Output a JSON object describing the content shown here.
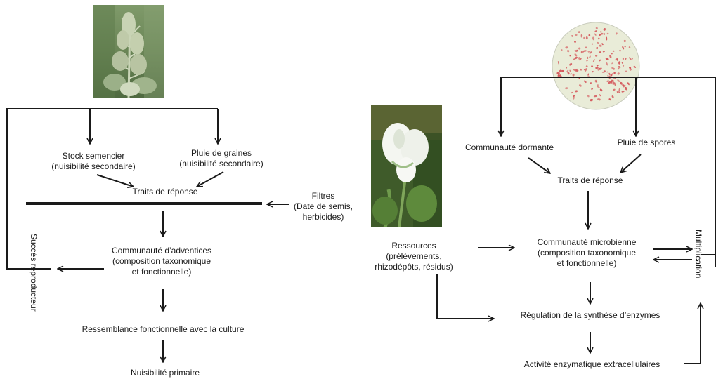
{
  "left": {
    "stock_semencier": {
      "line1": "Stock semencier",
      "line2": "(nuisibilité secondaire)"
    },
    "pluie_graines": {
      "line1": "Pluie de graines",
      "line2": "(nuisibilité secondaire)"
    },
    "traits_reponse": "Traits de réponse",
    "succes_reproducteur": "Succès reproducteur",
    "communaute_adventices": {
      "line1": "Communauté d’adventices",
      "line2": "(composition taxonomique",
      "line3": "et fonctionnelle)"
    },
    "ressemblance": "Ressemblance fonctionnelle avec la culture",
    "nuisibilite_primaire": "Nuisibilité primaire"
  },
  "center": {
    "filtres": {
      "line1": "Filtres",
      "line2": "(Date de semis,",
      "line3": "herbicides)"
    },
    "ressources": {
      "line1": "Ressources",
      "line2": "(prélèvements,",
      "line3": "rhizodépôts, résidus)"
    }
  },
  "right": {
    "communaute_dormante": "Communauté dormante",
    "pluie_spores": "Pluie de spores",
    "traits_reponse": "Traits de réponse",
    "communaute_microbienne": {
      "line1": "Communauté microbienne",
      "line2": "(composition taxonomique",
      "line3": "et fonctionnelle)"
    },
    "multiplication": "Multiplication",
    "regulation": "Régulation de la synthèse d’enzymes",
    "activite": "Activité enzymatique extracellulaires"
  },
  "colors": {
    "line": "#1a1a1a",
    "petri_dot": "#d4565a",
    "petri_bg": "#e9ecd8"
  }
}
